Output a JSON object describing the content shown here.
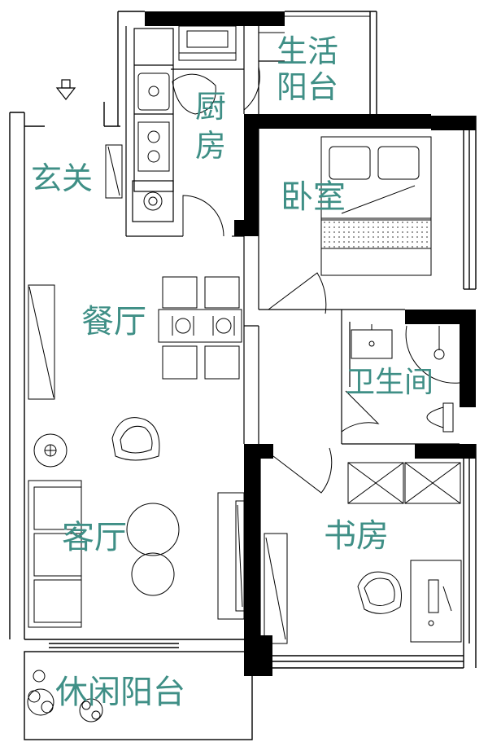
{
  "rooms": {
    "life_balcony": {
      "line1": "生活",
      "line2": "阳台"
    },
    "kitchen": {
      "line1": "厨",
      "line2": "房"
    },
    "entrance": {
      "label": "玄关"
    },
    "bedroom": {
      "label": "卧室"
    },
    "dining": {
      "label": "餐厅"
    },
    "bathroom": {
      "label": "卫生间"
    },
    "living": {
      "label": "客厅"
    },
    "study": {
      "label": "书房"
    },
    "leisure_balcony": {
      "label": "休闲阳台"
    }
  },
  "colors": {
    "label": "#3f8f86",
    "wall": "#000000",
    "line": "#000000",
    "hatch": "#777777",
    "background": "#ffffff"
  },
  "icons": [
    "entrance-arrow-icon",
    "stove-icon",
    "sink-icon",
    "washing-machine-icon",
    "bed-icon",
    "toilet-icon",
    "plant-icon"
  ]
}
